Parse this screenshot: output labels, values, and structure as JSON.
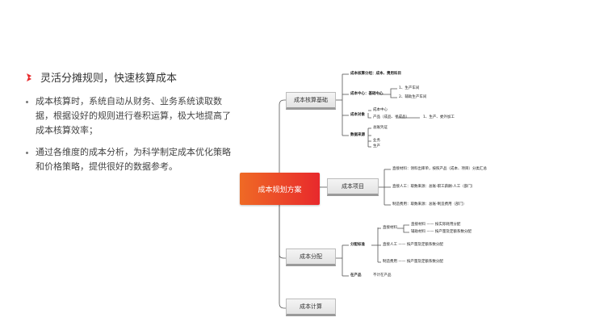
{
  "left": {
    "heading": "灵活分摊规则，快速核算成本",
    "bullets": [
      "成本核算时，系统自动从财务、业务系统读取数据，根据设好的规则进行卷积运算，极大地提高了成本核算效率；",
      "通过各维度的成本分析，为科学制定成本优化策略和价格策略，提供很好的数据参考。"
    ],
    "icon_color": "#e8292c"
  },
  "mindmap": {
    "root": "成本规划方案",
    "branches": {
      "b1": "成本核算基础",
      "b2": "成本项目",
      "b3": "成本分配",
      "b4": "成本计算"
    },
    "b1_items": {
      "a": "成本核算分组：成本、费用科目",
      "b": "成本中心：基础中心",
      "b_sub1": "1、生产车间",
      "b_sub2": "2、辅助生产车间",
      "c": "成本对象",
      "c_sub1": "成本中心",
      "c_sub2": "产品（成品、半成品）",
      "c_sub3": "1、生产、委外加工",
      "d": "数据来源",
      "d_sub1": "总账凭证",
      "d_sub2": "业务",
      "d_sub3": "生产"
    },
    "b2_items": {
      "a": "直接材料：领料出库单，按照产品（成本、项目）分类汇总",
      "b": "直接人工：取数来源：总账-职工薪酬-人工（部门）",
      "c": "制造费用：取数来源：总账-制造费用（部门）"
    },
    "b3_items": {
      "group": "分配标准",
      "g_a": "直接材料",
      "g_a1": "直接材料 —— 按实际耗用分配",
      "g_a2": "辅助材料 —— 按产量及定额系数分配",
      "g_b": "直接人工 —— 按产量及定额系数分配",
      "g_c": "制造费用 —— 按产量及定额系数分配",
      "wip": "在产品",
      "wip_note": "不计在产品"
    },
    "line_color": "#555555",
    "accent": "#e8292c"
  }
}
